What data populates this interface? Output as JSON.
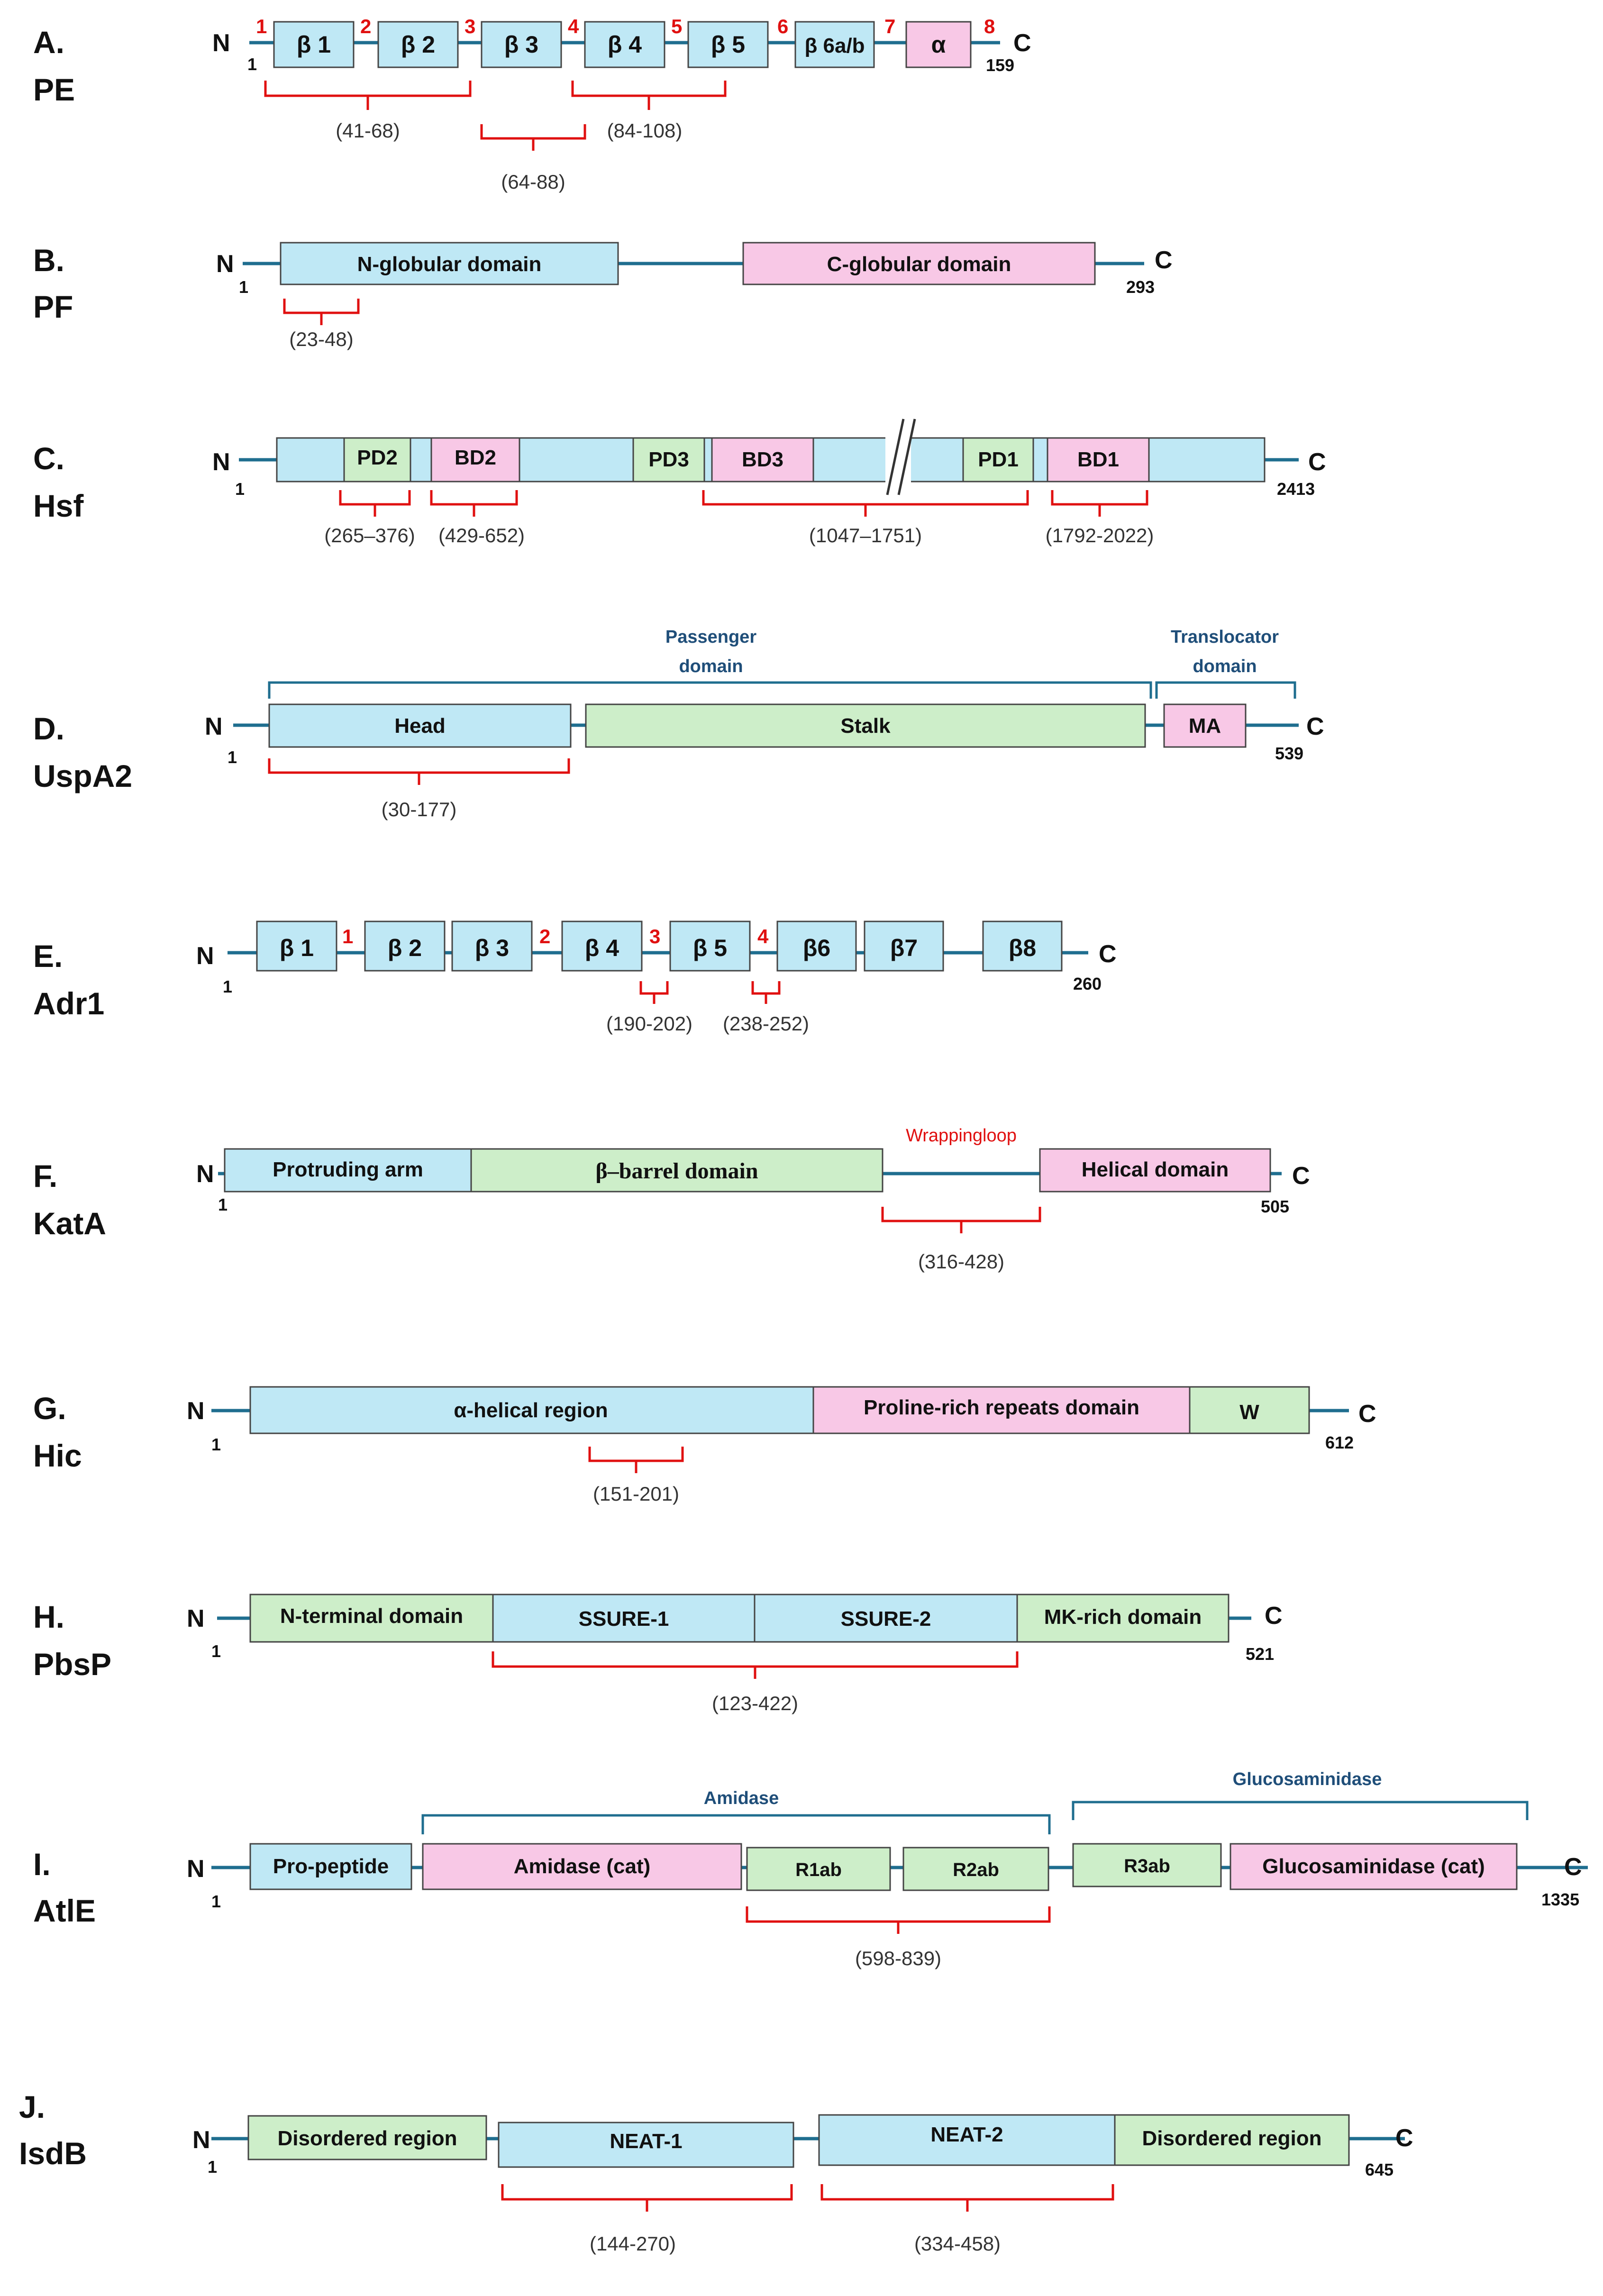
{
  "colors": {
    "line": "#1f6e8f",
    "blue_fill": "#bfe8f5",
    "pink_fill": "#f8c8e6",
    "green_fill": "#cdeec9",
    "bracket_red": "#e01010",
    "bracket_blue": "#1f6e8f",
    "box_stroke": "#444444"
  },
  "terminals": {
    "n": "N",
    "c": "C",
    "start": "1"
  },
  "panels": {
    "a": {
      "letter": "A.",
      "name": "PE",
      "end": "159",
      "domains": [
        "β 1",
        "β 2",
        "β 3",
        "β 4",
        "β 5",
        "β 6a/b",
        "α"
      ],
      "loops": [
        "1",
        "2",
        "3",
        "4",
        "5",
        "6",
        "7",
        "8"
      ],
      "ranges": [
        "(41-68)",
        "(64-88)",
        "(84-108)"
      ]
    },
    "b": {
      "letter": "B.",
      "name": "PF",
      "end": "293",
      "domains": [
        "N-globular domain",
        "C-globular domain"
      ],
      "ranges": [
        "(23-48)"
      ]
    },
    "c": {
      "letter": "C.",
      "name": "Hsf",
      "end": "2413",
      "domains": [
        "PD2",
        "BD2",
        "PD3",
        "BD3",
        "PD1",
        "BD1"
      ],
      "ranges": [
        "(265–376)",
        "(429-652)",
        "(1047–1751)",
        "(1792-2022)"
      ]
    },
    "d": {
      "letter": "D.",
      "name": "UspA2",
      "end": "539",
      "domains": [
        "Head",
        "Stalk",
        "MA"
      ],
      "labels": [
        "Passenger",
        "domain",
        "Translocator",
        "domain"
      ],
      "ranges": [
        "(30-177)"
      ]
    },
    "e": {
      "letter": "E.",
      "name": "Adr1",
      "end": "260",
      "domains": [
        "β 1",
        "β 2",
        "β 3",
        "β 4",
        "β 5",
        "β6",
        "β7",
        "β8"
      ],
      "loops": [
        "1",
        "2",
        "3",
        "4"
      ],
      "ranges": [
        "(190-202)",
        "(238-252)"
      ]
    },
    "f": {
      "letter": "F.",
      "name": "KatA",
      "end": "505",
      "domains": [
        "Protruding arm",
        "β–barrel domain",
        "Helical domain"
      ],
      "loop_label": "Wrappingloop",
      "ranges": [
        "(316-428)"
      ]
    },
    "g": {
      "letter": "G.",
      "name": "Hic",
      "end": "612",
      "domains": [
        "α-helical region",
        "Proline-rich repeats domain",
        "W"
      ],
      "ranges": [
        "(151-201)"
      ]
    },
    "h": {
      "letter": "H.",
      "name": "PbsP",
      "end": "521",
      "domains": [
        "N-terminal domain",
        "SSURE-1",
        "SSURE-2",
        "MK-rich domain"
      ],
      "ranges": [
        "(123-422)"
      ]
    },
    "i": {
      "letter": "I.",
      "name": "AtlE",
      "end": "1335",
      "domains": [
        "Pro-peptide",
        "Amidase (cat)",
        "R1ab",
        "R2ab",
        "R3ab",
        "Glucosaminidase (cat)"
      ],
      "labels": [
        "Amidase",
        "Glucosaminidase"
      ],
      "ranges": [
        "(598-839)"
      ]
    },
    "j": {
      "letter": "J.",
      "name": "IsdB",
      "end": "645",
      "domains": [
        "Disordered region",
        "NEAT-1",
        "NEAT-2",
        "Disordered region"
      ],
      "ranges": [
        "(144-270)",
        "(334-458)"
      ]
    }
  }
}
